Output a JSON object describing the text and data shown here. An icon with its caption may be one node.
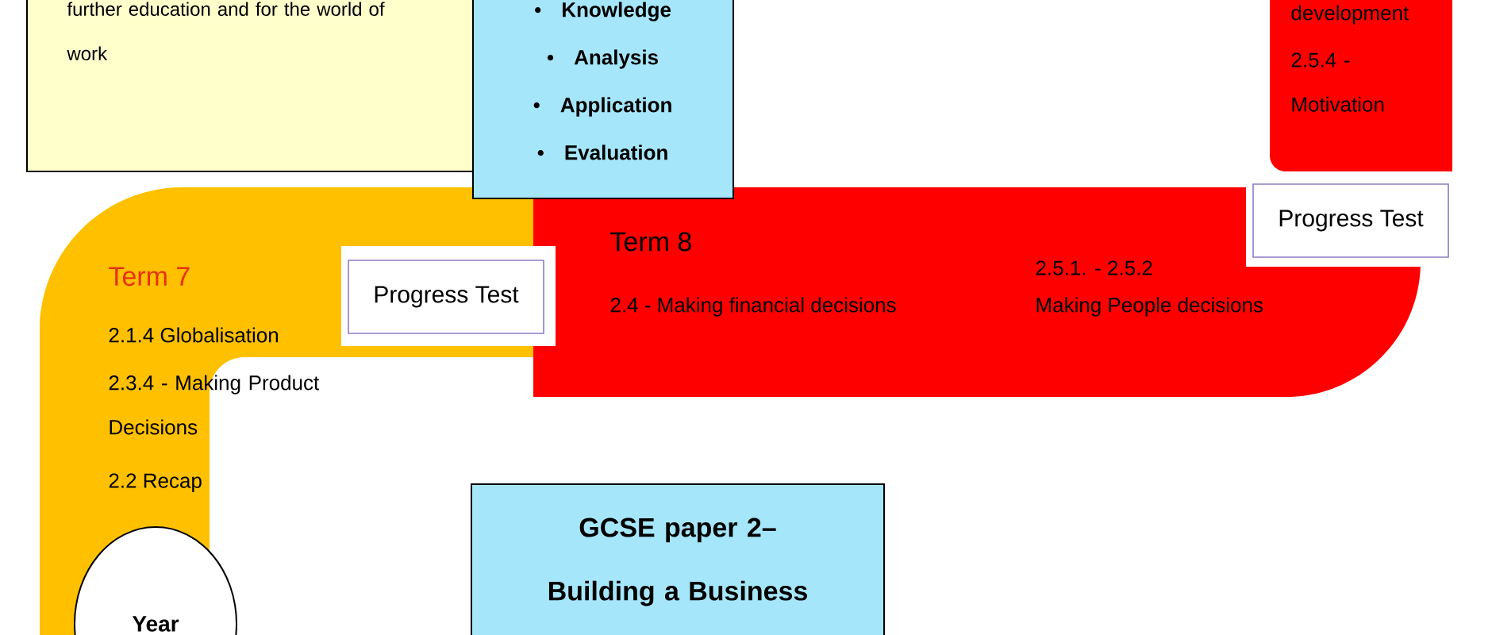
{
  "diagram": {
    "nodes": [
      {
        "text": [
          "further education and for the world of work"
        ]
      },
      {
        "text": [
          "Knowledge",
          "Analysis",
          "Application",
          "Evaluation"
        ]
      },
      {
        "text": [
          "Progress Test"
        ]
      },
      {
        "text": [
          "Progress Test"
        ]
      },
      {
        "text": [
          "GCSE paper 2– Building a Business"
        ]
      },
      {
        "text": [
          "Year"
        ]
      }
    ],
    "labels": [
      "development",
      "2.5.4 - Motivation",
      "Term 7",
      "2.1.4 Globalisation",
      "2.3.4 - Making Product Decisions",
      "2.2 Recap",
      "Term 8",
      "2.4 - Making financial decisions",
      "2.5.1. - 2.5.2",
      "Making People decisions"
    ]
  }
}
